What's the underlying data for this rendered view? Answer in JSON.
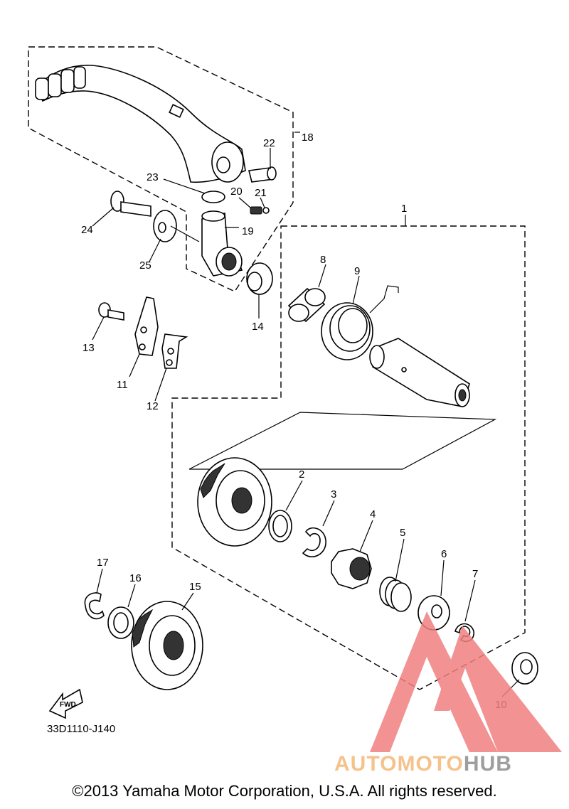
{
  "diagram": {
    "callouts": {
      "p1": "1",
      "p2": "2",
      "p3": "3",
      "p4": "4",
      "p5": "5",
      "p6": "6",
      "p7": "7",
      "p8": "8",
      "p9": "9",
      "p10": "10",
      "p11": "11",
      "p12": "12",
      "p13": "13",
      "p14": "14",
      "p15": "15",
      "p16": "16",
      "p17": "17",
      "p18": "18",
      "p19": "19",
      "p20": "20",
      "p21": "21",
      "p22": "22",
      "p23": "23",
      "p24": "24",
      "p25": "25"
    },
    "figure_code": "33D1110-J140",
    "fwd_label": "FWD"
  },
  "watermark": {
    "brand_part1": "AUTOMOTO",
    "brand_part2": "HUB",
    "colors": {
      "triangle": "#f08080",
      "auto": "#f5c28c",
      "hub": "#9e9e9e"
    }
  },
  "footer": {
    "copyright": "©2013 Yamaha Motor Corporation, U.S.A. All rights reserved."
  }
}
